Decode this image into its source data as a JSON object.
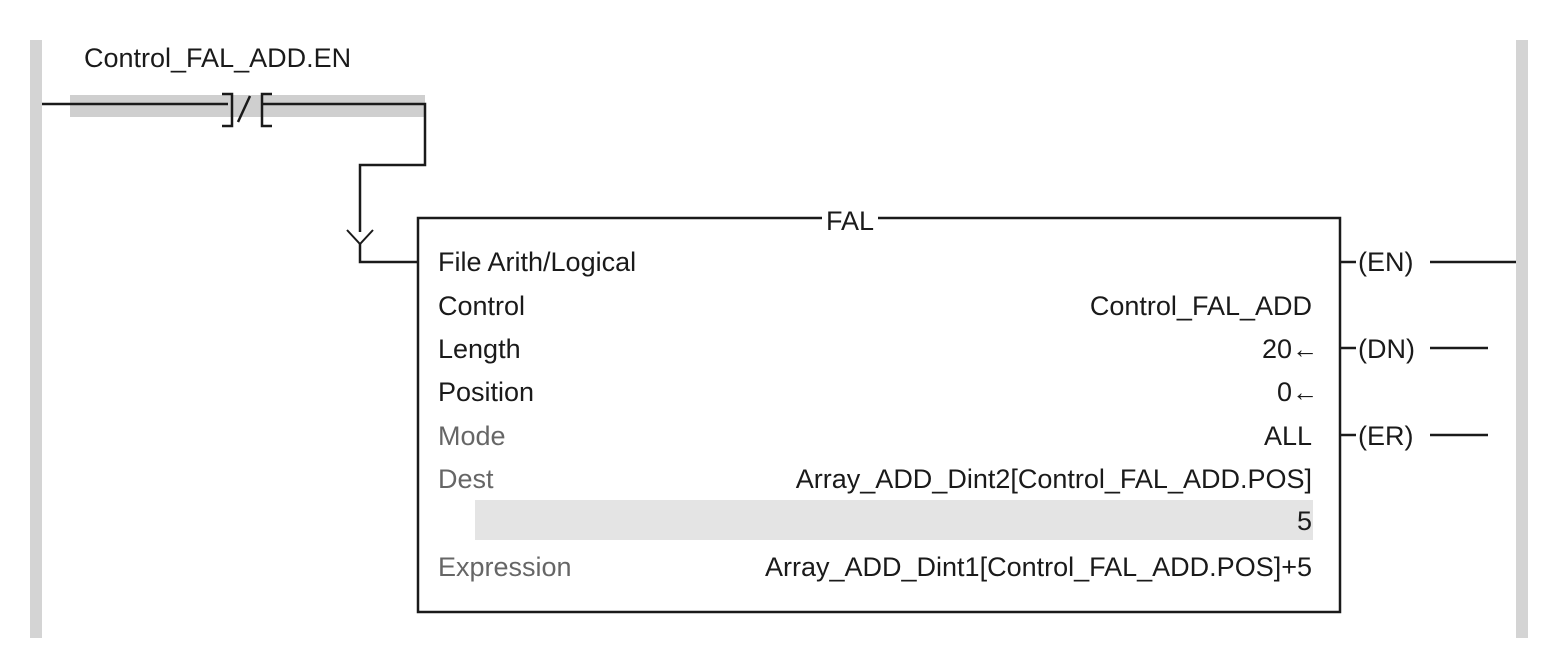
{
  "rung": {
    "contact_tag": "Control_FAL_ADD.EN"
  },
  "instruction": {
    "mnemonic": "FAL",
    "description": "File Arith/Logical",
    "params": {
      "control": {
        "label": "Control",
        "value": "Control_FAL_ADD"
      },
      "length": {
        "label": "Length",
        "value": "20"
      },
      "position": {
        "label": "Position",
        "value": "0"
      },
      "mode": {
        "label": "Mode",
        "value": "ALL"
      },
      "dest": {
        "label": "Dest",
        "value": "Array_ADD_Dint2[Control_FAL_ADD.POS]",
        "live_value": "5"
      },
      "expression": {
        "label": "Expression",
        "value": "Array_ADD_Dint1[Control_FAL_ADD.POS]+5"
      }
    },
    "outputs": {
      "en": "EN",
      "dn": "DN",
      "er": "ER"
    }
  },
  "colors": {
    "wire": "#1a1a1a",
    "rail": "#d4d4d4",
    "highlight": "#e4e4e4"
  }
}
